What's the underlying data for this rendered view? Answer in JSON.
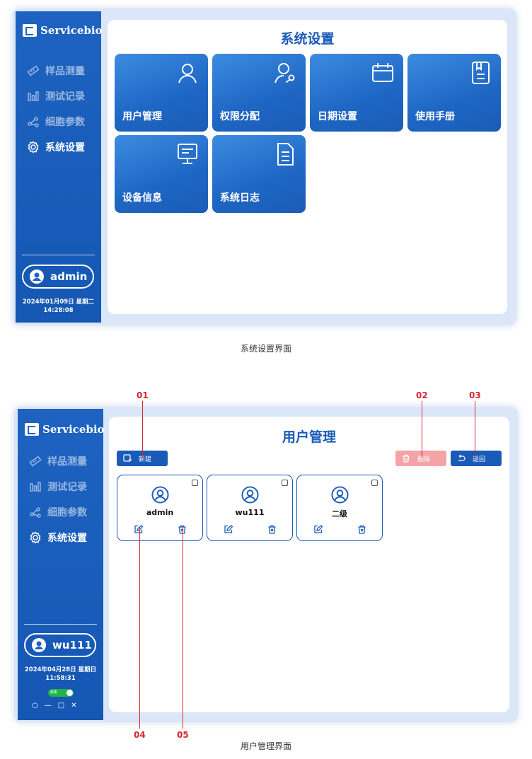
{
  "brand": "Servicebio",
  "nav_items": [
    "样品测量",
    "测试记录",
    "细胞参数",
    "系统设置"
  ],
  "screen1": {
    "title": "系统设置",
    "tiles": [
      "用户管理",
      "权限分配",
      "日期设置",
      "使用手册",
      "设备信息",
      "系统日志"
    ],
    "user": "admin",
    "date": "2024年01月09日 星期二",
    "time": "14:28:08",
    "caption": "系统设置界面"
  },
  "screen2": {
    "title": "用户管理",
    "new_button": "新建",
    "delete_button": "删除",
    "back_button": "返回",
    "users": [
      "admin",
      "wu111",
      "二级"
    ],
    "user": "wu111",
    "date": "2024年04月28日 星期日",
    "time": "11:58:31",
    "toggle_label": "结束",
    "window_controls": [
      "○",
      "—",
      "□",
      "✕"
    ],
    "caption": "用户管理界面"
  },
  "callouts": [
    "01",
    "02",
    "03",
    "04",
    "05"
  ],
  "colors": {
    "primary": "#1a5bb8",
    "sidebar": "#1e63c1",
    "danger_light": "#f4a3a6",
    "callout": "#d9252e",
    "toggle_on": "#22b24c"
  }
}
